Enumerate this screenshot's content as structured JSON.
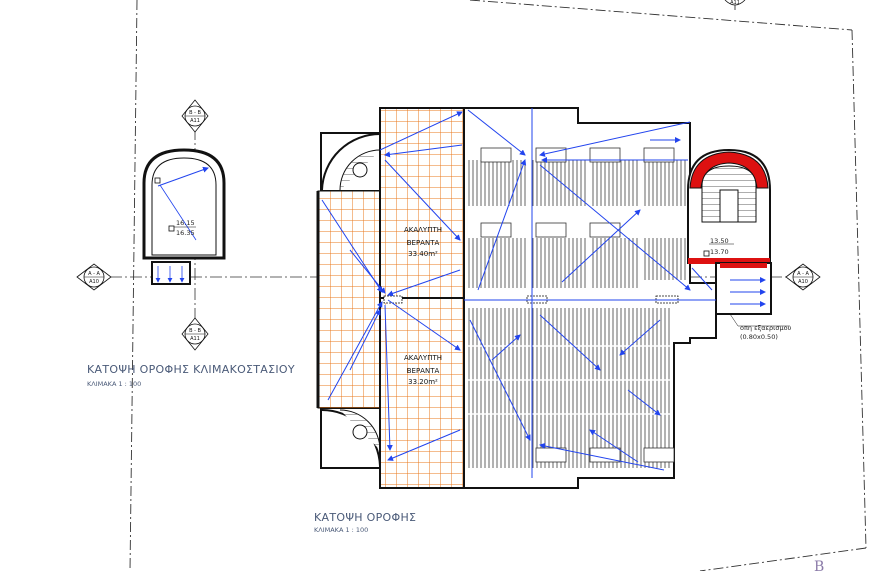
{
  "titles": {
    "stair_roof_plan": "ΚΑΤΟΨΗ ΟΡΟΦΗΣ ΚΛΙΜΑΚΟΣΤΑΣΙΟΥ",
    "stair_roof_scale": "ΚΛΙΜΑΚΑ 1 : 100",
    "roof_plan": "ΚΑΤΟΨΗ ΟΡΟΦΗΣ",
    "roof_scale": "ΚΛΙΜΑΚΑ 1 : 100"
  },
  "section_markers": {
    "bb_top": {
      "label": "B - B",
      "sheet": "A11"
    },
    "bb_bottom": {
      "label": "B - B",
      "sheet": "A11"
    },
    "aa_left": {
      "label": "A - A",
      "sheet": "A10"
    },
    "aa_right": {
      "label": "A - A",
      "sheet": "A10"
    },
    "top_edge": {
      "label": "",
      "sheet": "A11"
    }
  },
  "areas": {
    "upper": {
      "line1": "ΑΚΑΛΥΠΤΗ",
      "line2": "ΒΕΡΑΝΤΑ",
      "line3": "33.40m²"
    },
    "lower": {
      "line1": "ΑΚΑΛΥΠΤΗ",
      "line2": "ΒΕΡΑΝΤΑ",
      "line3": "33.20m²"
    }
  },
  "levels": {
    "stair_roof": {
      "top": "16.15",
      "bottom": "16.35"
    },
    "right_stair": {
      "top": "13.50",
      "bottom": "13.70"
    }
  },
  "opening_note": {
    "line1": "οπη εξαερισμου",
    "line2": "(0.80x0.50)"
  },
  "corner_mark": "B",
  "colors": {
    "hatch_orange": "#e8791d",
    "drainage_arrows": "#2244ee",
    "wall_red": "#dd1111",
    "title_blue": "#4a5a78"
  }
}
